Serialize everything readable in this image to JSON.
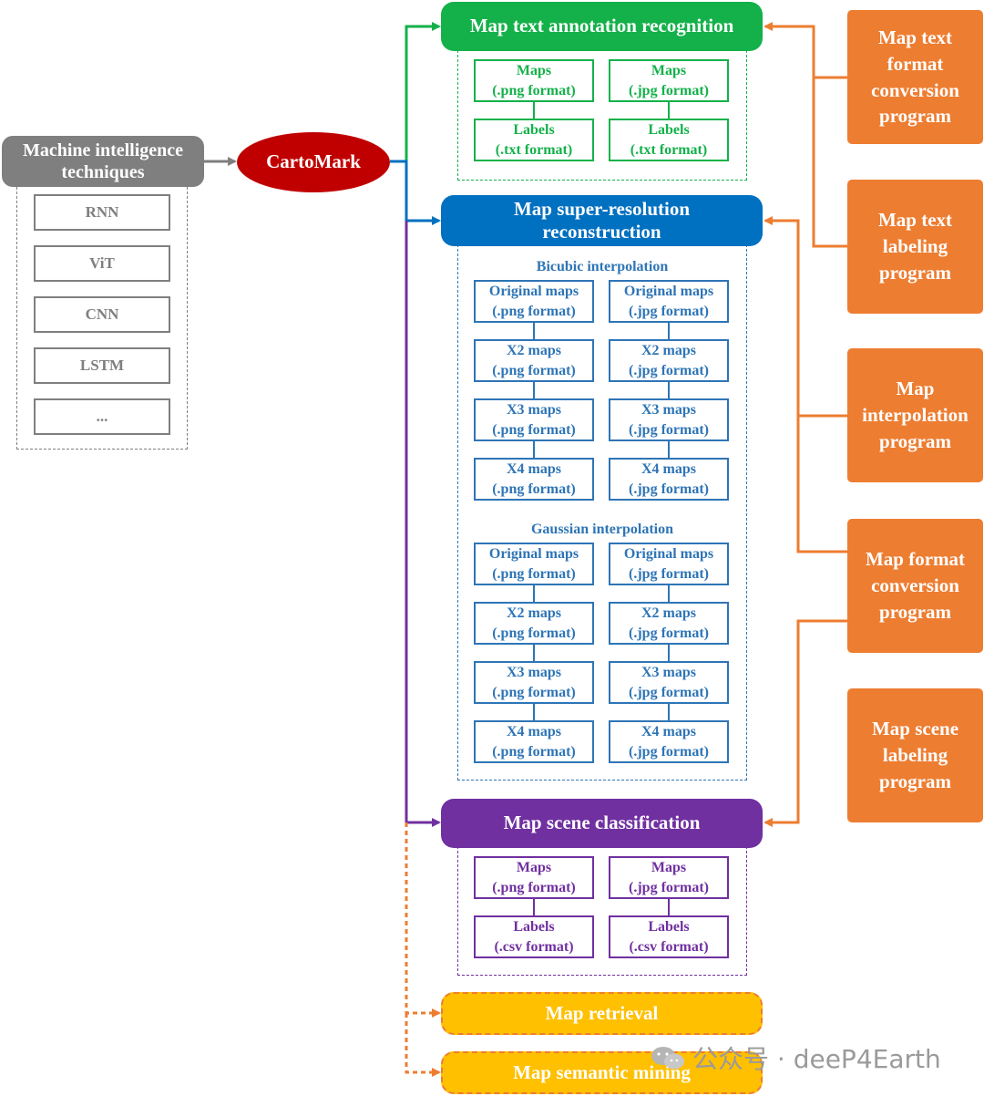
{
  "mi": {
    "title": "Machine intelligence\ntechniques",
    "items": [
      "RNN",
      "ViT",
      "CNN",
      "LSTM",
      "..."
    ]
  },
  "center": {
    "label": "CartoMark"
  },
  "tasks": {
    "text_annotation": "Map text annotation recognition",
    "super_resolution": "Map super-resolution\nreconstruction",
    "scene_classification": "Map scene classification",
    "retrieval": "Map retrieval",
    "semantic_mining": "Map semantic mining"
  },
  "text_annotation_boxes": [
    "Maps\n(.png format)",
    "Maps\n(.jpg format)",
    "Labels\n(.txt format)",
    "Labels\n(.txt format)"
  ],
  "super_resolution": {
    "bicubic_label": "Bicubic interpolation",
    "gaussian_label": "Gaussian interpolation",
    "boxes": [
      "Original maps\n(.png format)",
      "Original maps\n(.jpg format)",
      "X2 maps\n(.png format)",
      "X2 maps\n(.jpg format)",
      "X3 maps\n(.png format)",
      "X3 maps\n(.jpg format)",
      "X4 maps\n(.png format)",
      "X4 maps\n(.jpg format)"
    ]
  },
  "scene_boxes": [
    "Maps\n(.png format)",
    "Maps\n(.jpg format)",
    "Labels\n(.csv format)",
    "Labels\n(.csv format)"
  ],
  "programs": [
    "Map text\nformat\nconversion\nprogram",
    "Map text\nlabeling\nprogram",
    "Map\ninterpolation\nprogram",
    "Map format\nconversion\nprogram",
    "Map scene\nlabeling\nprogram"
  ],
  "watermark": "公众号 · deeP4Earth",
  "colors": {
    "green": "#14b14a",
    "blue": "#0070c0",
    "purple": "#7030a0",
    "yellow": "#ffc000",
    "orange": "#ed7d31",
    "red": "#c00000",
    "gray": "#7f7f7f",
    "light_blue": "#2e75b6"
  }
}
